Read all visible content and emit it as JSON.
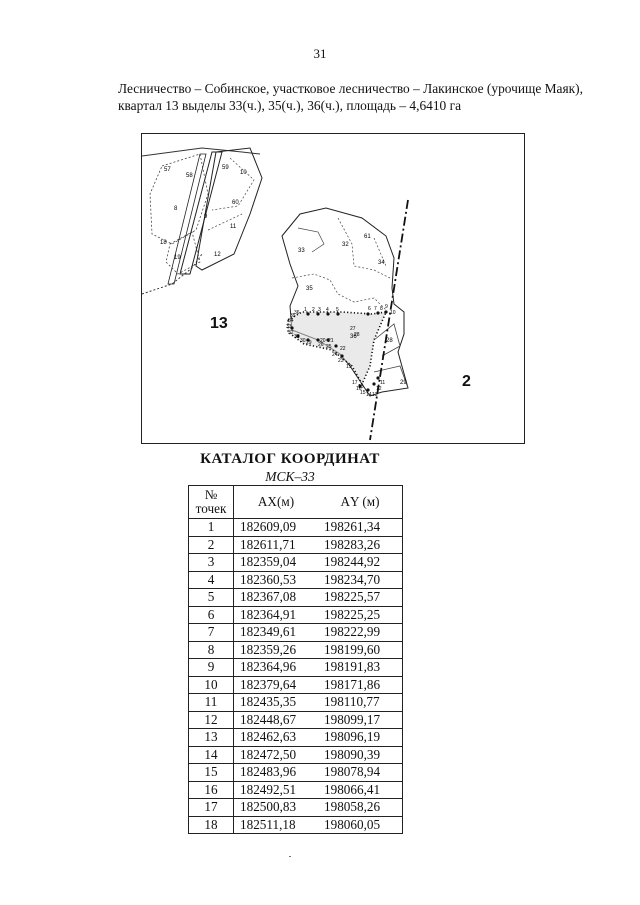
{
  "page_number": "31",
  "heading": "Лесничество – Собинское, участковое лесничество – Лакинское (урочище Маяк), квартал 13 выделы 33(ч.), 35(ч.), 36(ч.), площадь – 4,6410 га",
  "map": {
    "quarter_labels": [
      "13",
      "2"
    ],
    "plot_labels": [
      "57",
      "58",
      "59",
      "10",
      "60",
      "8",
      "9",
      "11",
      "18",
      "19",
      "12",
      "33",
      "32",
      "61",
      "34",
      "62",
      "35",
      "36",
      "28",
      "29"
    ],
    "point_labels": [
      "1",
      "2",
      "3",
      "4",
      "5",
      "6",
      "7",
      "8",
      "9",
      "10",
      "11",
      "12",
      "13",
      "14",
      "15",
      "16",
      "17",
      "18",
      "19",
      "20",
      "21",
      "22",
      "23",
      "24",
      "25",
      "26",
      "27",
      "28",
      "29",
      "30",
      "31",
      "32",
      "33",
      "34",
      "35",
      "36",
      "37",
      "38"
    ]
  },
  "catalog": {
    "title": "КАТАЛОГ КООРДИНАТ",
    "subtitle": "МСК–33",
    "header": {
      "num_line1": "№",
      "num_line2": "точек",
      "ax": "АХ(м)",
      "ay": "АY (м)"
    },
    "rows": [
      {
        "n": "1",
        "x": "182609,09",
        "y": "198261,34"
      },
      {
        "n": "2",
        "x": "182611,71",
        "y": "198283,26"
      },
      {
        "n": "3",
        "x": "182359,04",
        "y": "198244,92"
      },
      {
        "n": "4",
        "x": "182360,53",
        "y": "198234,70"
      },
      {
        "n": "5",
        "x": "182367,08",
        "y": "198225,57"
      },
      {
        "n": "6",
        "x": "182364,91",
        "y": "198225,25"
      },
      {
        "n": "7",
        "x": "182349,61",
        "y": "198222,99"
      },
      {
        "n": "8",
        "x": "182359,26",
        "y": "198199,60"
      },
      {
        "n": "9",
        "x": "182364,96",
        "y": "198191,83"
      },
      {
        "n": "10",
        "x": "182379,64",
        "y": "198171,86"
      },
      {
        "n": "11",
        "x": "182435,35",
        "y": "198110,77"
      },
      {
        "n": "12",
        "x": "182448,67",
        "y": "198099,17"
      },
      {
        "n": "13",
        "x": "182462,63",
        "y": "198096,19"
      },
      {
        "n": "14",
        "x": "182472,50",
        "y": "198090,39"
      },
      {
        "n": "15",
        "x": "182483,96",
        "y": "198078,94"
      },
      {
        "n": "16",
        "x": "182492,51",
        "y": "198066,41"
      },
      {
        "n": "17",
        "x": "182500,83",
        "y": "198058,26"
      },
      {
        "n": "18",
        "x": "182511,18",
        "y": "198060,05"
      }
    ]
  }
}
